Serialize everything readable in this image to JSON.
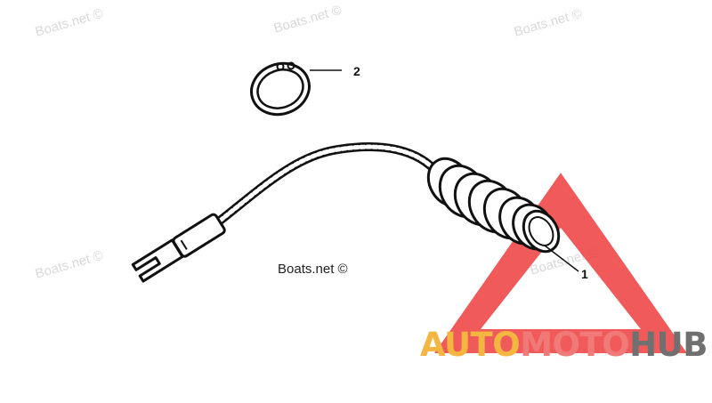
{
  "watermarks": {
    "text": "Boats.net ©"
  },
  "callouts": {
    "part_1": "1",
    "part_2": "2"
  },
  "credit": {
    "text": "Boats.net ©"
  },
  "brand": {
    "part1": "AUTO",
    "part2": "MOTO",
    "part3": "HUB",
    "colors": {
      "auto": "#f4b640",
      "moto": "#f07a78",
      "hub": "#707070",
      "triangle": "#ef3e3e"
    }
  }
}
